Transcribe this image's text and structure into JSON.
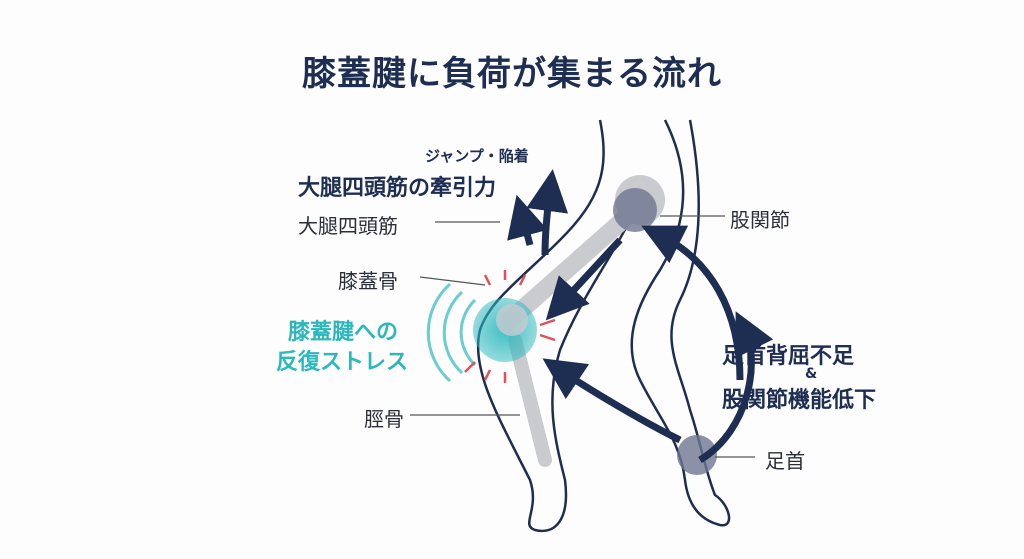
{
  "title": "膝蓋腱に負荷が集まる流れ",
  "labels": {
    "jump": "ジャンプ・陥着",
    "quad_force": "大腿四頭筋の牽引力",
    "quadriceps": "大腿四頭筋",
    "patella": "膝蓋骨",
    "stress_line1": "膝蓋腱への",
    "stress_line2": "反復ストレス",
    "tibia": "脛骨",
    "hip": "股関節",
    "cause_line1": "足首背屈不足",
    "cause_amp": "&",
    "cause_line2": "股関節機能低下",
    "ankle": "足首"
  },
  "colors": {
    "navy": "#1e2d52",
    "teal": "#2bb8bd",
    "bone": "#c9cbcf",
    "red": "#e0505a"
  }
}
